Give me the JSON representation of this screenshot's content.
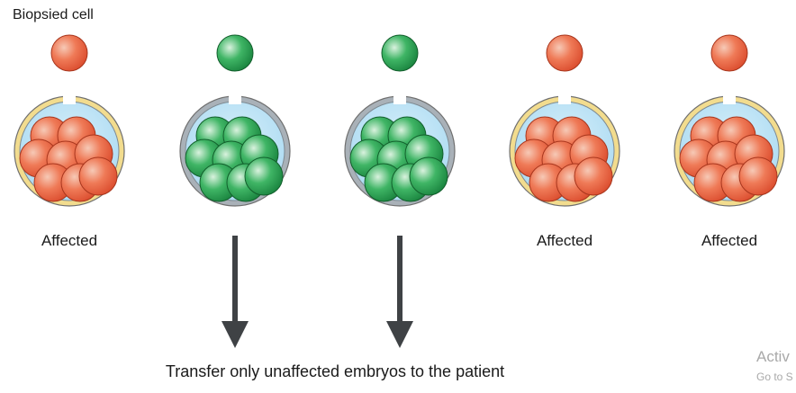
{
  "title": "Biopsied cell",
  "caption": "Transfer only unaffected embryos to the patient",
  "embryos": [
    {
      "status": "affected",
      "label": "Affected"
    },
    {
      "status": "unaffected",
      "label": ""
    },
    {
      "status": "unaffected",
      "label": ""
    },
    {
      "status": "affected",
      "label": "Affected"
    },
    {
      "status": "affected",
      "label": "Affected"
    }
  ],
  "colors": {
    "affected": "#e8613e",
    "unaffected": "#1e9a4a",
    "zona_affected": "#f2dc8e",
    "zona_unaffected": "#a9b1b8",
    "fluid": "#b4dff4",
    "arrow": "#3f4245"
  },
  "watermark": {
    "line1": "Activ",
    "line2": "Go to S"
  }
}
